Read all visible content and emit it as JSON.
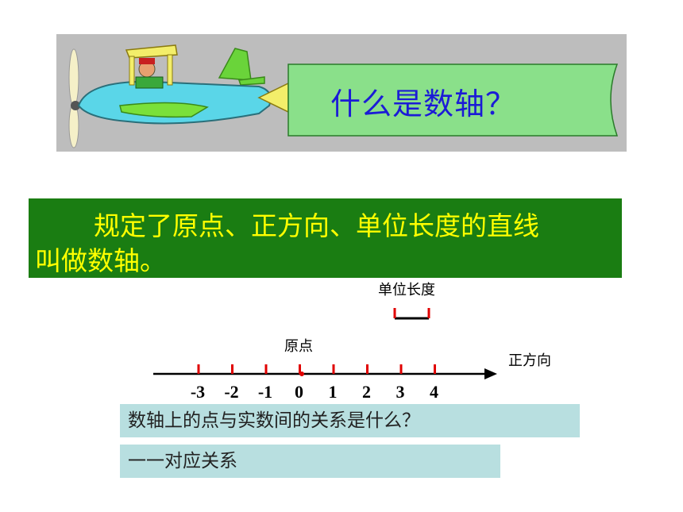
{
  "banner": {
    "title": "什么是数轴？"
  },
  "definition": {
    "line1": "规定了原点、正方向、单位长度的直线",
    "line2": "叫做数轴。"
  },
  "axis": {
    "unit_label": "单位长度",
    "origin_label": "原点",
    "direction_label": "正方向",
    "ticks": [
      "-3",
      "-2",
      "-1",
      "0",
      "1",
      "2",
      "3",
      "4"
    ],
    "tick_color": "#e00000"
  },
  "question": {
    "text": "数轴上的点与实数间的关系是什么？"
  },
  "answer": {
    "text": "一一对应关系"
  }
}
